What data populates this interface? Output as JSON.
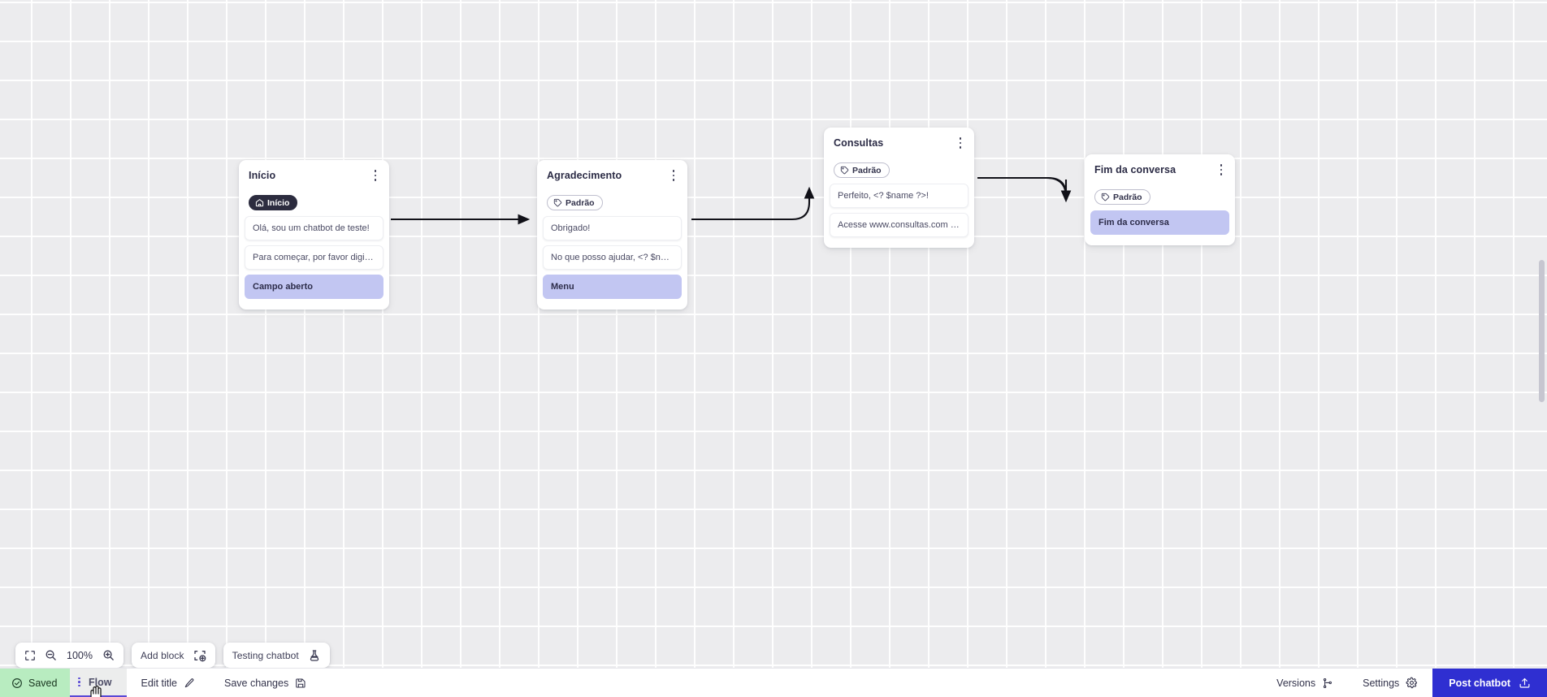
{
  "canvas": {
    "zoom_level": "100%",
    "grid": "dotted-grid"
  },
  "nodes": [
    {
      "id": "inicio",
      "title": "Início",
      "tag": {
        "label": "Início",
        "style": "dark",
        "icon": "home-icon"
      },
      "messages": [
        {
          "text": "Olá, sou um chatbot de teste!",
          "highlight": false
        },
        {
          "text": "Para começar, por favor digite o ...",
          "highlight": false
        },
        {
          "text": "Campo aberto",
          "highlight": true
        }
      ]
    },
    {
      "id": "agradecimento",
      "title": "Agradecimento",
      "tag": {
        "label": "Padrão",
        "style": "light",
        "icon": "tag-icon"
      },
      "messages": [
        {
          "text": "Obrigado!",
          "highlight": false
        },
        {
          "text": "No que posso ajudar, <? $name ...",
          "highlight": false
        },
        {
          "text": "Menu",
          "highlight": true
        }
      ]
    },
    {
      "id": "consultas",
      "title": "Consultas",
      "tag": {
        "label": "Padrão",
        "style": "light",
        "icon": "tag-icon"
      },
      "messages": [
        {
          "text": "Perfeito, <? $name ?>!",
          "highlight": false
        },
        {
          "text": "Acesse www.consultas.com par...",
          "highlight": false
        }
      ]
    },
    {
      "id": "fim-da-conversa",
      "title": "Fim da conversa",
      "tag": {
        "label": "Padrão",
        "style": "light",
        "icon": "tag-icon"
      },
      "messages": [
        {
          "text": "Fim da conversa",
          "highlight": true
        }
      ]
    }
  ],
  "toolbar": {
    "fit_icon": "fit-screen-icon",
    "zoom_out_icon": "zoom-out-icon",
    "zoom_value": "100%",
    "zoom_in_icon": "zoom-in-icon",
    "add_block_label": "Add block",
    "add_block_icon": "add-block-icon",
    "testing_label": "Testing chatbot",
    "testing_icon": "flask-icon"
  },
  "bottombar": {
    "saved_label": "Saved",
    "saved_icon": "check-circle-icon",
    "saved_color": "#b8ecc0",
    "flow_label": "Flow",
    "flow_menu_icon": "kebab-icon",
    "edit_title_label": "Edit title",
    "edit_title_icon": "pencil-icon",
    "save_changes_label": "Save changes",
    "save_changes_icon": "floppy-disk-icon",
    "versions_label": "Versions",
    "versions_icon": "branch-icon",
    "settings_label": "Settings",
    "settings_icon": "gear-icon",
    "post_label": "Post chatbot",
    "post_icon": "upload-icon",
    "post_color": "#2f2fd1"
  }
}
